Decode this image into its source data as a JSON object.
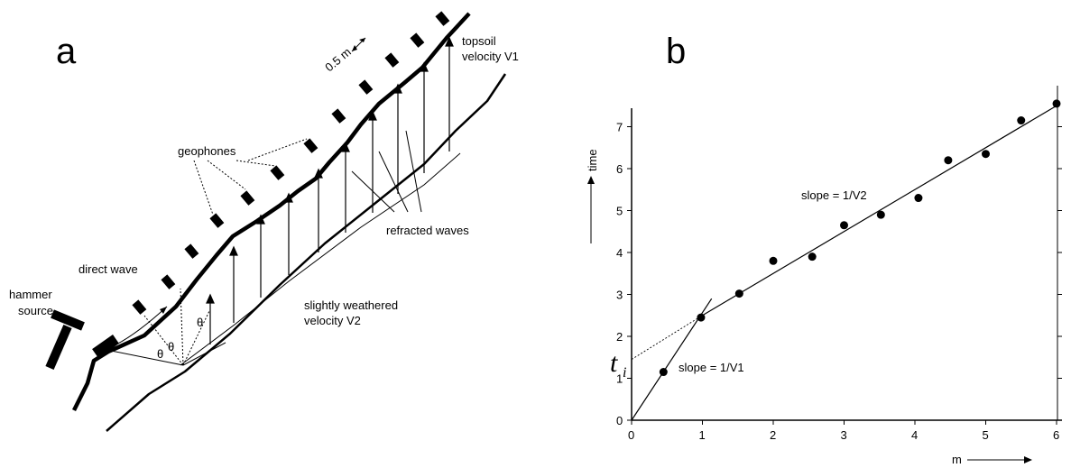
{
  "panel_a": {
    "letter": "a",
    "labels": {
      "spacing": "0.5 m",
      "topsoil": [
        "topsoil",
        "velocity V1"
      ],
      "geophones": "geophones",
      "refracted": "refracted waves",
      "direct": "direct wave",
      "hammer": [
        "hammer",
        "source"
      ],
      "weathered": [
        "slightly weathered",
        "velocity V2"
      ],
      "theta": "θ"
    }
  },
  "panel_b": {
    "letter": "b",
    "ylabel": "time",
    "xlabel": "m",
    "intercept_label": "t",
    "intercept_sub": "i",
    "slope_v1": "slope = 1/V1",
    "slope_v2": "slope = 1/V2"
  },
  "chart_data": {
    "type": "scatter",
    "xlabel": "m",
    "ylabel": "time",
    "xlim": [
      0,
      6
    ],
    "ylim": [
      0,
      7.5
    ],
    "xticks": [
      "0",
      "1",
      "2",
      "3",
      "4",
      "5",
      "6"
    ],
    "yticks": [
      "0",
      "1",
      "2",
      "3",
      "4",
      "5",
      "6",
      "7"
    ],
    "points": [
      {
        "x": 0.45,
        "y": 1.15
      },
      {
        "x": 0.98,
        "y": 2.45
      },
      {
        "x": 1.52,
        "y": 3.02
      },
      {
        "x": 2.0,
        "y": 3.8
      },
      {
        "x": 2.55,
        "y": 3.9
      },
      {
        "x": 3.0,
        "y": 4.65
      },
      {
        "x": 3.52,
        "y": 4.9
      },
      {
        "x": 4.05,
        "y": 5.3
      },
      {
        "x": 4.47,
        "y": 6.2
      },
      {
        "x": 5.0,
        "y": 6.35
      },
      {
        "x": 5.5,
        "y": 7.15
      },
      {
        "x": 6.0,
        "y": 7.55
      }
    ],
    "lines": [
      {
        "label": "slope = 1/V1",
        "x": [
          0,
          1.13
        ],
        "y": [
          0,
          2.9
        ]
      },
      {
        "label": "slope = 1/V2",
        "x": [
          1.0,
          6.0
        ],
        "y": [
          2.5,
          7.5
        ]
      },
      {
        "label": "extrapolation",
        "x": [
          0,
          1.0
        ],
        "y": [
          1.45,
          2.5
        ],
        "dashed": true
      }
    ],
    "intercept": 1.45
  }
}
